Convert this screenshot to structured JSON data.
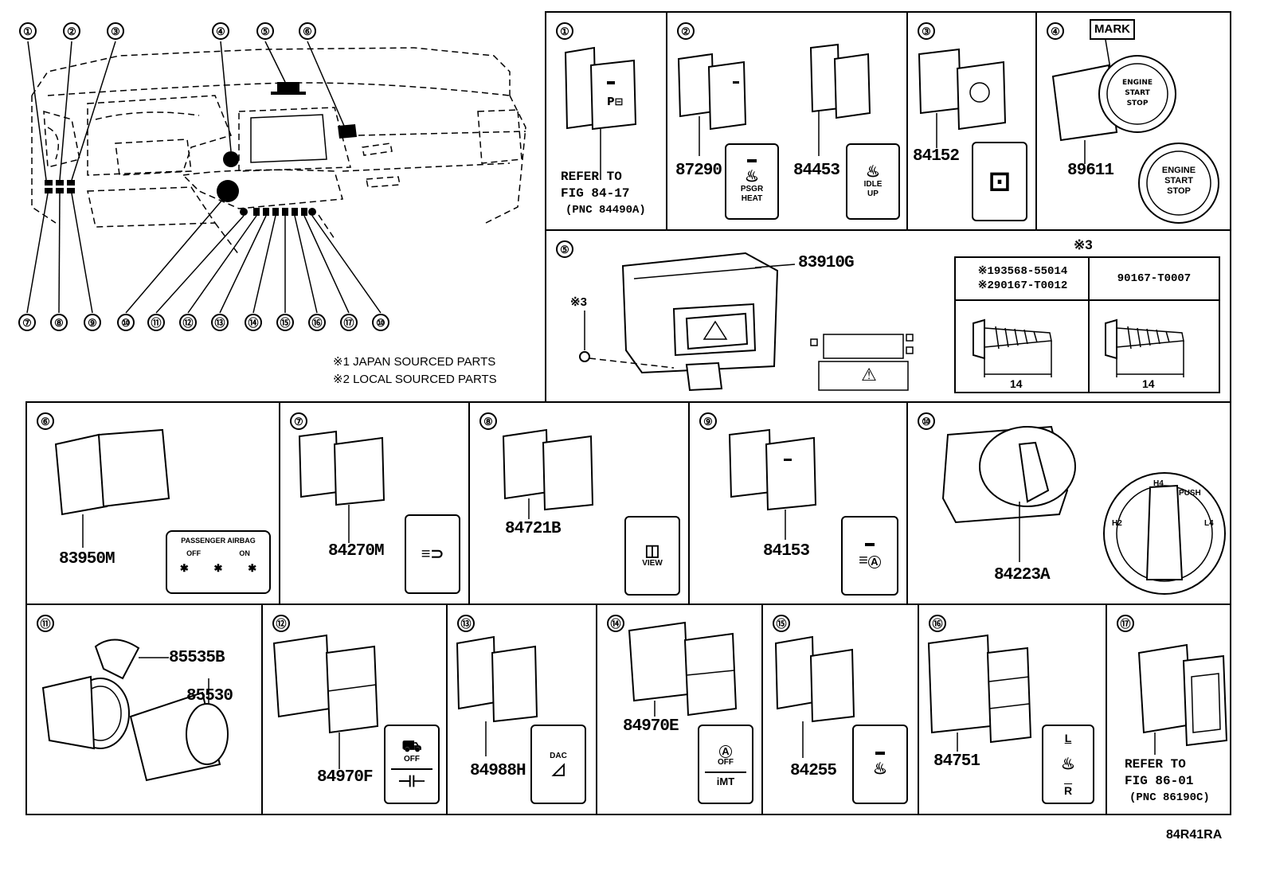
{
  "overview": {
    "top_callouts": [
      "①",
      "②",
      "③",
      "④",
      "⑤",
      "⑥"
    ],
    "bottom_callouts": [
      "⑦",
      "⑧",
      "⑨",
      "⑩",
      "⑪",
      "⑫",
      "⑬",
      "⑭",
      "⑮",
      "⑯",
      "⑰",
      "⑩"
    ],
    "notes": [
      "※1 JAPAN SOURCED PARTS",
      "※2 LOCAL SOURCED PARTS"
    ]
  },
  "panels": {
    "p1": {
      "callout": "①",
      "ref": [
        "REFER TO",
        "FIG 84-17"
      ],
      "ref_sub": "(PNC 84490A)"
    },
    "p2": {
      "callout": "②",
      "part_a": "87290",
      "part_b": "84453",
      "btn_a": {
        "glyph": "♨",
        "lines": [
          "PSGR",
          "HEAT"
        ]
      },
      "btn_b": {
        "glyph": "♨",
        "lines": [
          "IDLE",
          "UP"
        ]
      }
    },
    "p3": {
      "callout": "③",
      "part": "84152",
      "btn_glyph": "⊡"
    },
    "p4": {
      "callout": "④",
      "part": "89611",
      "mark": "MARK",
      "btn_lines": [
        "ENGINE",
        "START",
        "STOP"
      ]
    },
    "p5": {
      "callout": "⑤",
      "part": "83910G",
      "clip_note": "※3",
      "hazard_glyph": "⚠",
      "table_note": "※3",
      "col1": [
        "※193568-55014",
        "※290167-T0012"
      ],
      "col2": "90167-T0007",
      "dim1": "14",
      "dim2": "14"
    },
    "p6": {
      "callout": "⑥",
      "part": "83950M",
      "label_title": "PASSENGER AIRBAG",
      "label_row1": [
        "OFF",
        "ON"
      ],
      "label_row2": [
        "✱",
        "✱",
        "✱"
      ]
    },
    "p7": {
      "callout": "⑦",
      "part": "84270M",
      "btn_glyph": "≡⊃"
    },
    "p8": {
      "callout": "⑧",
      "part": "84721B",
      "btn_glyph": "◫",
      "btn_lines": [
        "VIEW"
      ]
    },
    "p9": {
      "callout": "⑨",
      "part": "84153",
      "btn_glyph": "A"
    },
    "p10": {
      "callout": "⑩",
      "part": "84223A",
      "dial": {
        "h4": "H4",
        "push": "PUSH",
        "l4": "L4",
        "h2": "H2"
      }
    },
    "p11": {
      "callout": "⑪",
      "part_a": "85535B",
      "part_b": "85530"
    },
    "p12": {
      "callout": "⑫",
      "part": "84970F",
      "top_glyph": "⛟",
      "top_lines": [
        "OFF"
      ],
      "bottom_glyph": "⊣⊢"
    },
    "p13": {
      "callout": "⑬",
      "part": "84988H",
      "btn_lines": [
        "DAC"
      ],
      "btn_glyph": "◿"
    },
    "p14": {
      "callout": "⑭",
      "part": "84970E",
      "top_glyph": "A",
      "top_lines": [
        "OFF"
      ],
      "bottom_lines": [
        "iMT"
      ]
    },
    "p15": {
      "callout": "⑮",
      "part": "84255",
      "btn_glyph": "♨"
    },
    "p16": {
      "callout": "⑯",
      "part": "84751",
      "rows": [
        "L",
        "♨",
        "R"
      ]
    },
    "p17": {
      "callout": "⑰",
      "ref": [
        "REFER TO",
        "FIG 86-01"
      ],
      "ref_sub": "(PNC 86190C)"
    }
  },
  "figure_code": "84R41RA"
}
